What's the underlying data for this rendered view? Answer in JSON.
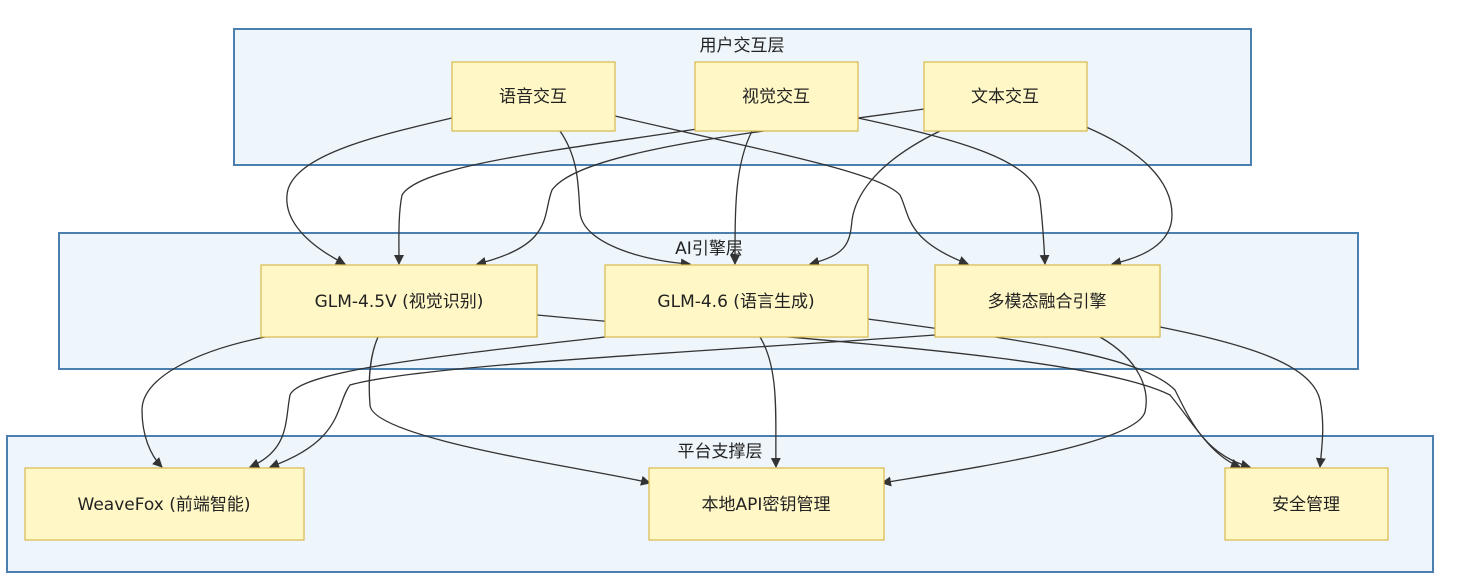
{
  "layers": [
    {
      "id": "user",
      "title": "用户交互层"
    },
    {
      "id": "ai",
      "title": "AI引擎层"
    },
    {
      "id": "platform",
      "title": "平台支撑层"
    }
  ],
  "nodes": [
    {
      "id": "voice",
      "label": "语音交互",
      "layer": "user"
    },
    {
      "id": "visual",
      "label": "视觉交互",
      "layer": "user"
    },
    {
      "id": "text",
      "label": "文本交互",
      "layer": "user"
    },
    {
      "id": "glm45v",
      "label": "GLM-4.5V (视觉识别)",
      "layer": "ai"
    },
    {
      "id": "glm46",
      "label": "GLM-4.6 (语言生成)",
      "layer": "ai"
    },
    {
      "id": "fusion",
      "label": "多模态融合引擎",
      "layer": "ai"
    },
    {
      "id": "weavefox",
      "label": "WeaveFox (前端智能)",
      "layer": "platform"
    },
    {
      "id": "apikey",
      "label": "本地API密钥管理",
      "layer": "platform"
    },
    {
      "id": "security",
      "label": "安全管理",
      "layer": "platform"
    }
  ],
  "edges": [
    {
      "from": "voice",
      "to": "glm45v"
    },
    {
      "from": "voice",
      "to": "glm46"
    },
    {
      "from": "voice",
      "to": "fusion"
    },
    {
      "from": "visual",
      "to": "glm45v"
    },
    {
      "from": "visual",
      "to": "glm46"
    },
    {
      "from": "visual",
      "to": "fusion"
    },
    {
      "from": "text",
      "to": "glm45v"
    },
    {
      "from": "text",
      "to": "glm46"
    },
    {
      "from": "text",
      "to": "fusion"
    },
    {
      "from": "glm45v",
      "to": "weavefox"
    },
    {
      "from": "glm45v",
      "to": "apikey"
    },
    {
      "from": "glm45v",
      "to": "security"
    },
    {
      "from": "glm46",
      "to": "weavefox"
    },
    {
      "from": "glm46",
      "to": "apikey"
    },
    {
      "from": "glm46",
      "to": "security"
    },
    {
      "from": "fusion",
      "to": "weavefox"
    },
    {
      "from": "fusion",
      "to": "apikey"
    },
    {
      "from": "fusion",
      "to": "security"
    }
  ]
}
